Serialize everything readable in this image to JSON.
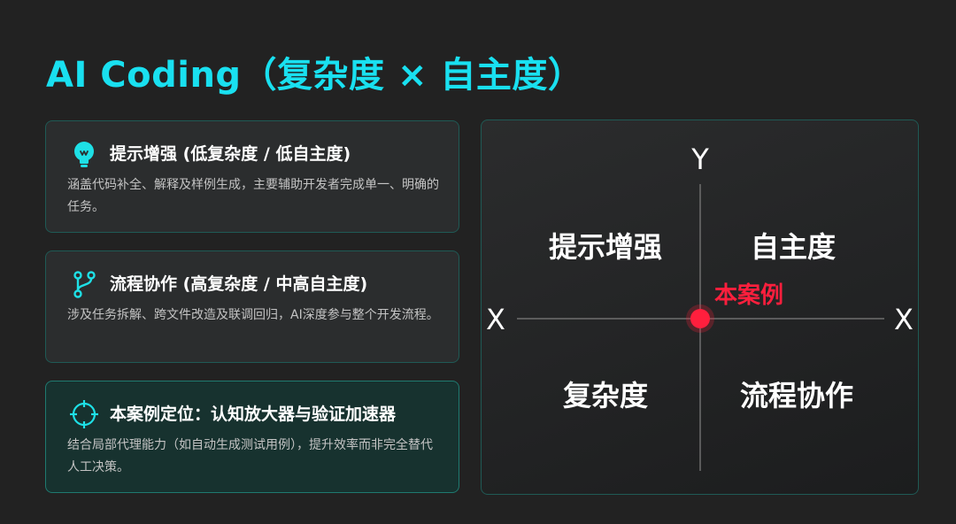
{
  "title": "AI Coding（复杂度 × 自主度）",
  "cards": [
    {
      "heading": "提示增强 (低复杂度 / 低自主度)",
      "description": "涵盖代码补全、解释及样例生成，主要辅助开发者完成单一、明确的任务。",
      "icon": "lightbulb-icon"
    },
    {
      "heading": "流程协作 (高复杂度 / 中高自主度)",
      "description": "涉及任务拆解、跨文件改造及联调回归，AI深度参与整个开发流程。",
      "icon": "branch-icon"
    },
    {
      "heading": "本案例定位：认知放大器与验证加速器",
      "description": "结合局部代理能力（如自动生成测试用例），提升效率而非完全替代人工决策。",
      "icon": "target-icon"
    }
  ],
  "quadrant": {
    "y_axis_label": "Y",
    "x_axis_left_label": "X",
    "x_axis_right_label": "X",
    "top_left": "提示增强",
    "top_right": "自主度",
    "bottom_left": "复杂度",
    "bottom_right": "流程协作",
    "marker_label": "本案例"
  },
  "colors": {
    "accent": "#19e0f0",
    "marker": "#ff1f3d",
    "icon_teal": "#1ee0e6"
  }
}
